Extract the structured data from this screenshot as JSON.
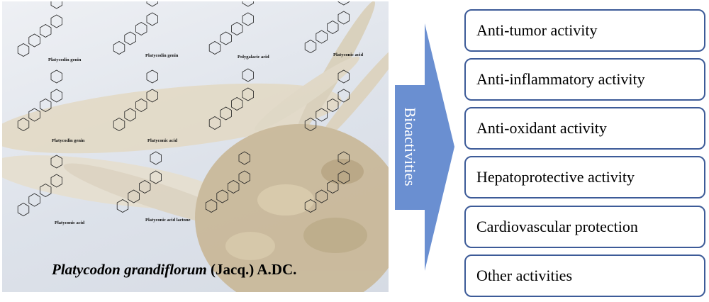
{
  "colors": {
    "arrow": "#6a8fd1",
    "box_border": "#3d5b98"
  },
  "compounds": [
    "Platycodin genin",
    "Platycodin genin",
    "Polygalacic acid",
    "Platyconic acid",
    "Platycodin genin",
    "Platyconic acid",
    "Platyconic acid",
    "Platyconic acid lactone"
  ],
  "species": {
    "italic": "Platycodon grandiflorum",
    "authority": " (Jacq.) A.DC."
  },
  "arrow_label": "Bioactivities",
  "activities": [
    "Anti-tumor activity",
    "Anti-inflammatory activity",
    "Anti-oxidant activity",
    "Hepatoprotective activity",
    "Cardiovascular protection",
    "Other activities"
  ]
}
